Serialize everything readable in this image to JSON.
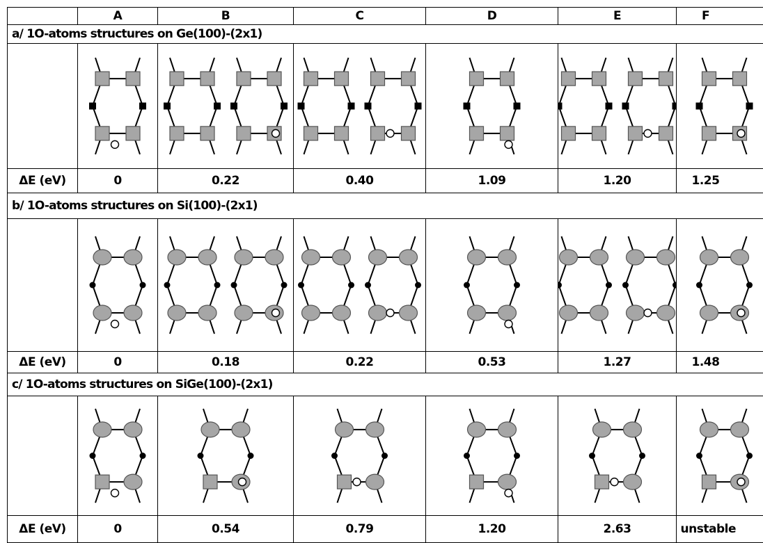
{
  "table": {
    "column_headers": [
      "A",
      "B",
      "C",
      "D",
      "E",
      "F"
    ],
    "energy_label": "ΔE (eV)",
    "sections": [
      {
        "title": "a/ 1O-atoms structures on Ge(100)-(2x1)",
        "substrate": "Ge",
        "energies": [
          "0",
          "0.22",
          "0.40",
          "1.09",
          "1.20",
          "1.25"
        ]
      },
      {
        "title": "b/ 1O-atoms structures on Si(100)-(2x1)",
        "substrate": "Si",
        "energies": [
          "0",
          "0.18",
          "0.22",
          "0.53",
          "1.27",
          "1.48"
        ]
      },
      {
        "title": "c/ 1O-atoms structures on SiGe(100)-(2x1)",
        "substrate": "SiGe",
        "energies": [
          "0",
          "0.54",
          "0.79",
          "1.20",
          "2.63",
          "unstable"
        ]
      }
    ]
  },
  "colors": {
    "grid": "#000000",
    "atom_fill": "#a6a6a6",
    "oxygen_fill": "#ffffff",
    "bond": "#000000"
  }
}
